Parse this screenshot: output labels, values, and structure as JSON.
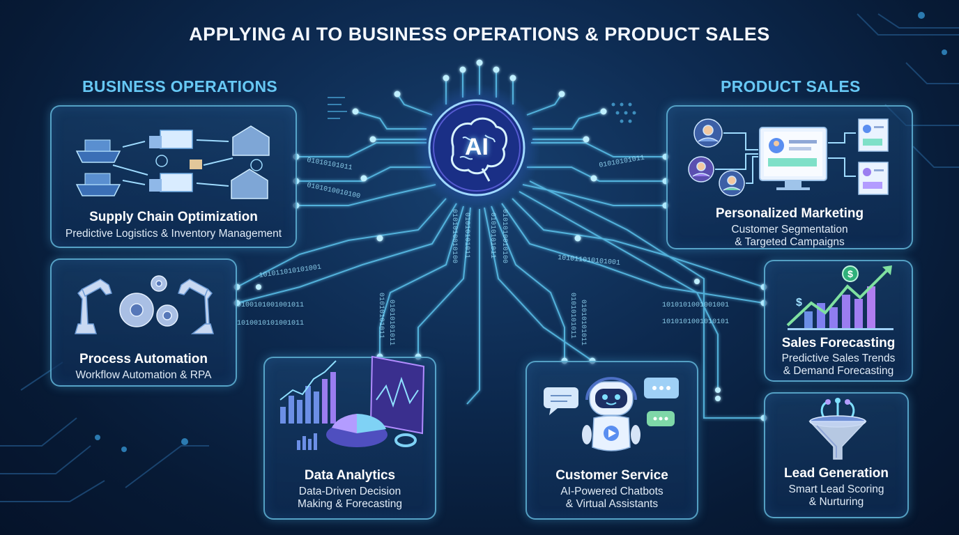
{
  "title": "APPLYING AI TO BUSINESS OPERATIONS & PRODUCT SALES",
  "sections": {
    "left": "BUSINESS OPERATIONS",
    "right": "PRODUCT SALES"
  },
  "hub": {
    "label": "AI"
  },
  "cards": {
    "supply_chain": {
      "title": "Supply Chain Optimization",
      "subtitle": "Predictive Logistics & Inventory Management"
    },
    "process_automation": {
      "title": "Process Automation",
      "subtitle": "Workflow Automation & RPA"
    },
    "data_analytics": {
      "title": "Data Analytics",
      "subtitle_line1": "Data-Driven Decision",
      "subtitle_line2": "Making & Forecasting"
    },
    "customer_service": {
      "title": "Customer Service",
      "subtitle_line1": "AI-Powered Chatbots",
      "subtitle_line2": "& Virtual Assistants"
    },
    "personalized_marketing": {
      "title": "Personalized Marketing",
      "subtitle_line1": "Customer Segmentation",
      "subtitle_line2": "& Targeted Campaigns"
    },
    "sales_forecasting": {
      "title": "Sales Forecasting",
      "subtitle_line1": "Predictive Sales Trends",
      "subtitle_line2": "& Demand Forecasting"
    },
    "lead_generation": {
      "title": "Lead Generation",
      "subtitle_line1": "Smart Lead Scoring",
      "subtitle_line2": "& Nurturing"
    }
  },
  "binary": {
    "a": "01010101011",
    "b": "0100101001001011",
    "c": "1010010101001011",
    "d": "101011010101001",
    "e": "1010101001001001",
    "f": "1010101001010101",
    "g": "0101010010100"
  },
  "colors": {
    "accent": "#67c8f4",
    "glow": "#7fd8ff",
    "purple": "#8a6cf0",
    "card_border": "#6ec8eb"
  }
}
